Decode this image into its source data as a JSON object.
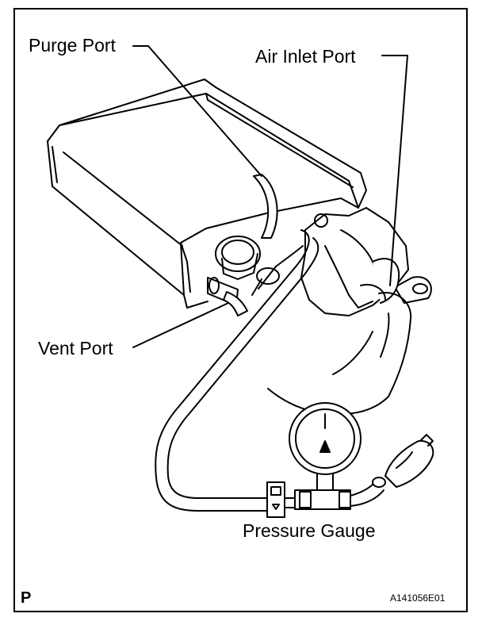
{
  "diagram": {
    "labels": {
      "purge_port": "Purge Port",
      "air_inlet_port": "Air Inlet Port",
      "vent_port": "Vent Port",
      "pressure_gauge": "Pressure Gauge"
    },
    "corner_mark": "P",
    "figure_code": "A141056E01"
  }
}
